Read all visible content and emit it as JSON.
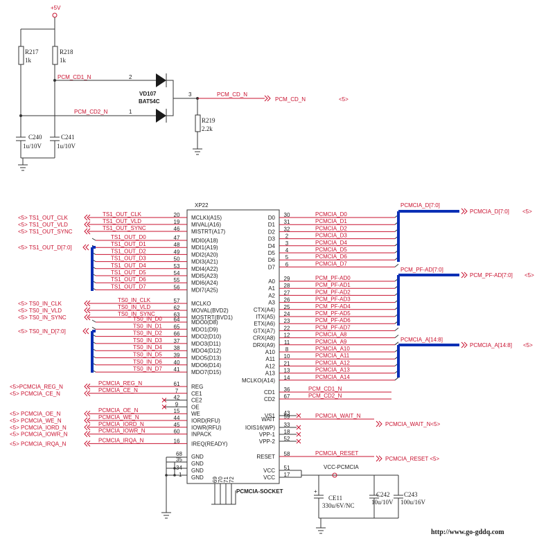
{
  "power": {
    "vcc": "+5V",
    "vcc_pcmcia": "VCC-PCMCIA"
  },
  "resistors": [
    {
      "ref": "R217",
      "val": "1k"
    },
    {
      "ref": "R218",
      "val": "1k"
    },
    {
      "ref": "R219",
      "val": "2.2k"
    }
  ],
  "caps": [
    {
      "ref": "C240",
      "val": "1u/10V"
    },
    {
      "ref": "C241",
      "val": "1u/10V"
    },
    {
      "ref": "CE11",
      "val": "330u/6V/NC"
    },
    {
      "ref": "C242",
      "val": "10u/10V"
    },
    {
      "ref": "C243",
      "val": "100u/16V"
    }
  ],
  "diode": {
    "ref": "VD107",
    "part": "BAT54C",
    "pin1": "1",
    "pin2": "2",
    "pin3": "3"
  },
  "cd_nets": {
    "cd1": "PCM_CD1_N",
    "cd2": "PCM_CD2_N",
    "cd": "PCM_CD_N",
    "cd_port": "PCM_CD_N",
    "page": "<5>"
  },
  "ic": {
    "ref": "XP22",
    "name": "PCMCIA-SOCKET"
  },
  "left_ports": [
    {
      "text": "<5>   TS1_OUT_CLK",
      "net": "TS1_OUT_CLK",
      "pin": "20",
      "sig": "MCLKI(A15)"
    },
    {
      "text": "<5>   TS1_OUT_VLD",
      "net": "TS1_OUT_VLD",
      "pin": "19",
      "sig": "MIVAL(A16)"
    },
    {
      "text": "<5>  TS1_OUT_SYNC",
      "net": "TS1_OUT_SYNC",
      "pin": "46",
      "sig": "MISTRT(A17)"
    }
  ],
  "ts1_bus_port": "<5>  TS1_OUT_D[7:0]",
  "ts1_data": [
    {
      "net": "TS1_OUT_D0",
      "pin": "47",
      "sig": "MDI0(A18)"
    },
    {
      "net": "TS1_OUT_D1",
      "pin": "48",
      "sig": "MDI1(A19)"
    },
    {
      "net": "TS1_OUT_D2",
      "pin": "49",
      "sig": "MDI2(A20)"
    },
    {
      "net": "TS1_OUT_D3",
      "pin": "50",
      "sig": "MDI3(A21)"
    },
    {
      "net": "TS1_OUT_D4",
      "pin": "53",
      "sig": "MDI4(A22)"
    },
    {
      "net": "TS1_OUT_D5",
      "pin": "54",
      "sig": "MDI5(A23)"
    },
    {
      "net": "TS1_OUT_D6",
      "pin": "55",
      "sig": "MDI6(A24)"
    },
    {
      "net": "TS1_OUT_D7",
      "pin": "56",
      "sig": "MDI7(A25)"
    }
  ],
  "ts0_ctrl": [
    {
      "text": "<5>        TS0_IN_CLK",
      "net": "TS0_IN_CLK",
      "pin": "57",
      "sig": "MCLKO"
    },
    {
      "text": "<5>        TS0_IN_VLD",
      "net": "TS0_IN_VLD",
      "pin": "62",
      "sig": "MOVAL(BVD2)"
    },
    {
      "text": "<5>    TS0_IN_SYNC",
      "net": "TS0_IN_SYNC",
      "pin": "63",
      "sig": "MOSTRT(BVD1)"
    }
  ],
  "ts0_bus_port": "<5>   TS0_IN_D[7:0]",
  "ts0_data": [
    {
      "net": "TS0_IN_D0",
      "pin": "64",
      "sig": "MDO0(D8)"
    },
    {
      "net": "TS0_IN_D1",
      "pin": "65",
      "sig": "MDO1(D9)"
    },
    {
      "net": "TS0_IN_D2",
      "pin": "66",
      "sig": "MDO2(D10)"
    },
    {
      "net": "TS0_IN_D3",
      "pin": "37",
      "sig": "MDO3(D11)"
    },
    {
      "net": "TS0_IN_D4",
      "pin": "38",
      "sig": "MDO4(D12)"
    },
    {
      "net": "TS0_IN_D5",
      "pin": "39",
      "sig": "MDO5(D13)"
    },
    {
      "net": "TS0_IN_D6",
      "pin": "40",
      "sig": "MDO6(D14)"
    },
    {
      "net": "TS0_IN_D7",
      "pin": "41",
      "sig": "MDO7(D15)"
    }
  ],
  "ctrl_left": [
    {
      "text": "<5>PCMCIA_REG_N",
      "net": "PCMCIA_REG_N",
      "pin": "61",
      "sig": "REG"
    },
    {
      "text": "<5>    PCMCIA_CE_N",
      "net": "PCMCIA_CE_N",
      "pin": "7",
      "sig": "CE1"
    },
    {
      "text": "",
      "net": "",
      "pin": "42",
      "sig": "CE2"
    },
    {
      "text": "",
      "net": "",
      "pin": "9",
      "sig": "OE"
    },
    {
      "text": "<5>    PCMCIA_OE_N",
      "net": "PCMCIA_OE_N",
      "pin": "15",
      "sig": "WE"
    },
    {
      "text": "<5>    PCMCIA_WE_N",
      "net": "PCMCIA_WE_N",
      "pin": "44",
      "sig": "IORD(RFU)"
    },
    {
      "text": "<5>  PCMCIA_IORD_N",
      "net": "PCMCIA_IORD_N",
      "pin": "45",
      "sig": "IOWR(RFU)"
    },
    {
      "text": "<5>  PCMCIA_IOWR_N",
      "net": "PCMCIA_IOWR_N",
      "pin": "60",
      "sig": "INPACK"
    },
    {
      "text": "<5>   PCMCIA_IRQA_N",
      "net": "PCMCIA_IRQA_N",
      "pin": "16",
      "sig": "IREQ(READY)"
    }
  ],
  "gnd_pins": [
    "68",
    "35",
    "34",
    "1"
  ],
  "gnd_label": "GND",
  "bottom_pins": [
    "69",
    "70",
    "71",
    "72"
  ],
  "right_data": [
    {
      "sig": "D0",
      "pin": "30",
      "net": "PCMCIA_D0"
    },
    {
      "sig": "D1",
      "pin": "31",
      "net": "PCMCIA_D1"
    },
    {
      "sig": "D2",
      "pin": "32",
      "net": "PCMCIA_D2"
    },
    {
      "sig": "D3",
      "pin": "2",
      "net": "PCMCIA_D3"
    },
    {
      "sig": "D4",
      "pin": "3",
      "net": "PCMCIA_D4"
    },
    {
      "sig": "D5",
      "pin": "4",
      "net": "PCMCIA_D5"
    },
    {
      "sig": "D6",
      "pin": "5",
      "net": "PCMCIA_D6"
    },
    {
      "sig": "D7",
      "pin": "6",
      "net": "PCMCIA_D7"
    }
  ],
  "right_addr": [
    {
      "sig": "A0",
      "pin": "29",
      "net": "PCM_PF-AD0"
    },
    {
      "sig": "A1",
      "pin": "28",
      "net": "PCM_PF-AD1"
    },
    {
      "sig": "A2",
      "pin": "27",
      "net": "PCM_PF-AD2"
    },
    {
      "sig": "A3",
      "pin": "26",
      "net": "PCM_PF-AD3"
    },
    {
      "sig": "CTX(A4)",
      "pin": "25",
      "net": "PCM_PF-AD4"
    },
    {
      "sig": "ITX(A5)",
      "pin": "24",
      "net": "PCM_PF-AD5"
    },
    {
      "sig": "ETX(A6)",
      "pin": "23",
      "net": "PCM_PF-AD6"
    },
    {
      "sig": "GTX(A7)",
      "pin": "22",
      "net": "PCM_PF-AD7"
    },
    {
      "sig": "CRX(A8)",
      "pin": "12",
      "net": "PCMCIA_A8"
    },
    {
      "sig": "DRX(A9)",
      "pin": "11",
      "net": "PCMCIA_A9"
    },
    {
      "sig": "A10",
      "pin": "8",
      "net": "PCMCIA_A10"
    },
    {
      "sig": "A11",
      "pin": "10",
      "net": "PCMCIA_A11"
    },
    {
      "sig": "A12",
      "pin": "21",
      "net": "PCMCIA_A12"
    },
    {
      "sig": "A13",
      "pin": "13",
      "net": "PCMCIA_A13"
    },
    {
      "sig": "MCLKO(A14)",
      "pin": "14",
      "net": "PCMCIA_A14"
    }
  ],
  "right_misc": [
    {
      "sig": "CD1",
      "pin": "36",
      "net": "PCM_CD1_N"
    },
    {
      "sig": "CD2",
      "pin": "67",
      "net": "PCM_CD2_N"
    },
    {
      "sig": "VS1",
      "pin": "43",
      "net": ""
    },
    {
      "sig": "WAIT",
      "pin": "59",
      "net": "PCMCIA_WAIT_N"
    },
    {
      "sig": "IOIS16(WP)",
      "pin": "33",
      "net": ""
    },
    {
      "sig": "VPP-1",
      "pin": "18",
      "net": ""
    },
    {
      "sig": "VPP-2",
      "pin": "52",
      "net": ""
    },
    {
      "sig": "RESET",
      "pin": "58",
      "net": "PCMCIA_RESET"
    },
    {
      "sig": "VCC",
      "pin": "51",
      "net": ""
    },
    {
      "sig": "VCC",
      "pin": "17",
      "net": ""
    }
  ],
  "buses": [
    {
      "label": "PCMCIA_D[7:0]",
      "port": "PCMCIA_D[7:0]",
      "page": "<5>"
    },
    {
      "label": "PCM_PF-AD[7:0]",
      "port": "PCM_PF-AD[7:0]",
      "page": "<5>"
    },
    {
      "label": "PCMCIA_A[14:8]",
      "port": "PCMCIA_A[14:8]",
      "page": "<5>"
    }
  ],
  "right_ports": [
    {
      "port": "PCMCIA_WAIT_N<5>"
    },
    {
      "port": "PCMCIA_RESET  <5>"
    }
  ],
  "watermark": "http://www.go-gddq.com"
}
